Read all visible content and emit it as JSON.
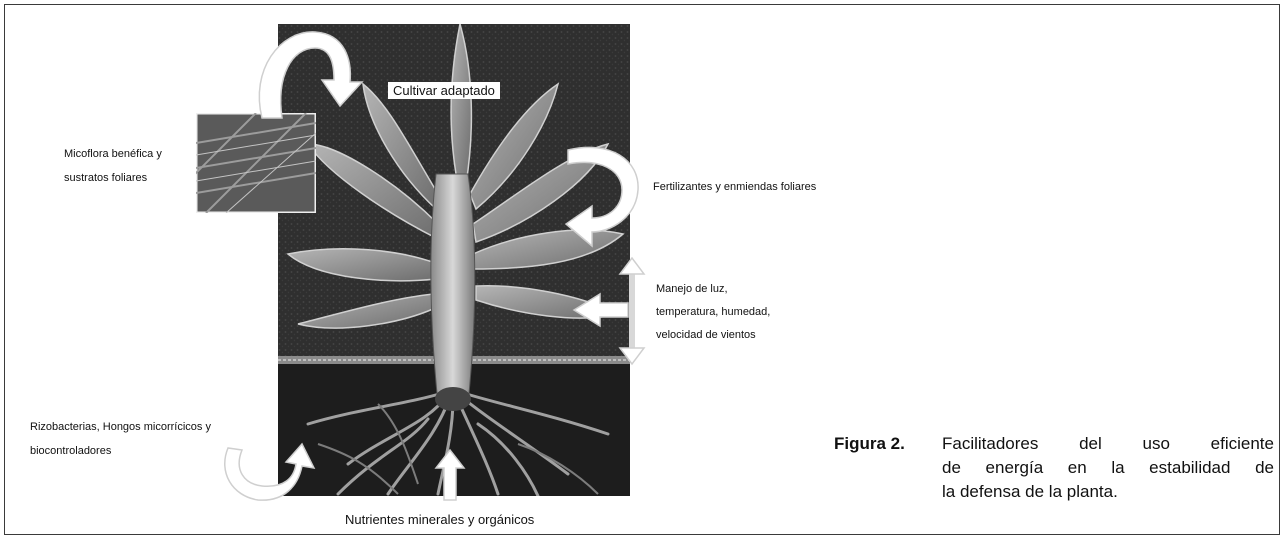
{
  "diagram": {
    "cultivar": "Cultivar adaptado",
    "micoflora": [
      "Micoflora benéfica y",
      "sustratos foliares"
    ],
    "fertilizantes": "Fertilizantes y enmiendas foliares",
    "manejo": [
      "Manejo de luz,",
      "temperatura, humedad,",
      "velocidad de vientos"
    ],
    "rizobacterias": [
      "Rizobacterias, Hongos micorrícicos y",
      "biocontroladores"
    ],
    "nutrientes": "Nutrientes minerales y orgánicos"
  },
  "caption": {
    "number": "Figura 2.",
    "lines": [
      "Facilitadores del uso eficiente",
      "de energía en la estabilidad de",
      "la defensa de la planta."
    ]
  },
  "colors": {
    "photo_bg": "#2e2e2e",
    "soil": "#1e1e1e",
    "arrow_fill": "#ffffff",
    "arrow_stroke": "#cfcfcf"
  }
}
